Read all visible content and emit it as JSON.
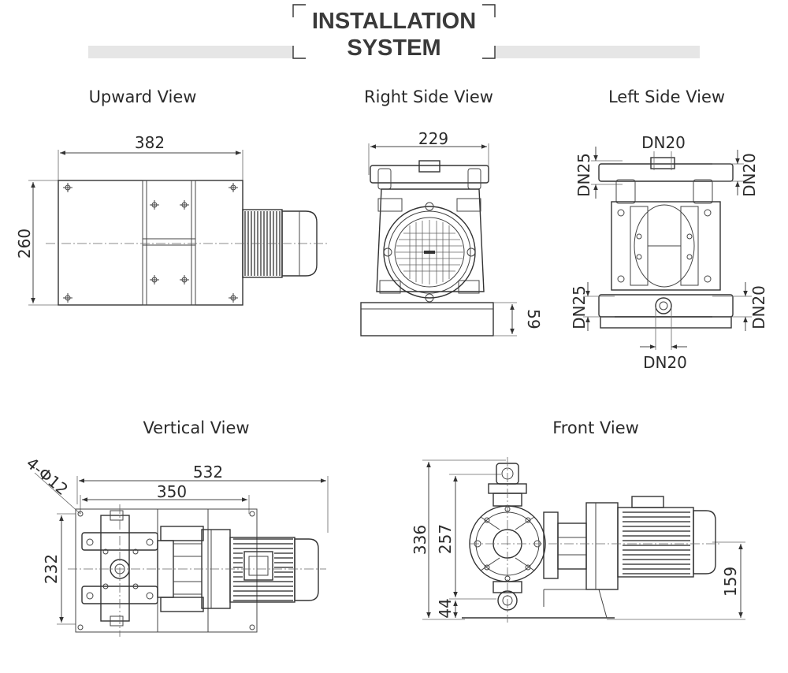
{
  "header": {
    "title_line1": "INSTALLATION",
    "title_line2": "SYSTEM",
    "bar_color": "#e6e6e6"
  },
  "views": {
    "upward": {
      "label": "Upward View",
      "dim_width": "382",
      "dim_height": "260"
    },
    "right_side": {
      "label": "Right Side View",
      "dim_width": "229",
      "dim_base": "59"
    },
    "left_side": {
      "label": "Left Side View",
      "dn_top": "DN20",
      "dn_upper_left": "DN25",
      "dn_upper_right": "DN20",
      "dn_lower_left": "DN25",
      "dn_lower_right": "DN20",
      "dn_bottom": "DN20"
    },
    "vertical": {
      "label": "Vertical View",
      "dim_holes": "4-Φ12",
      "dim_total": "532",
      "dim_base": "350",
      "dim_height": "232"
    },
    "front": {
      "label": "Front View",
      "dim_total_height": "336",
      "dim_inlet_height": "257",
      "dim_base_height": "44",
      "dim_shaft_height": "159"
    }
  }
}
